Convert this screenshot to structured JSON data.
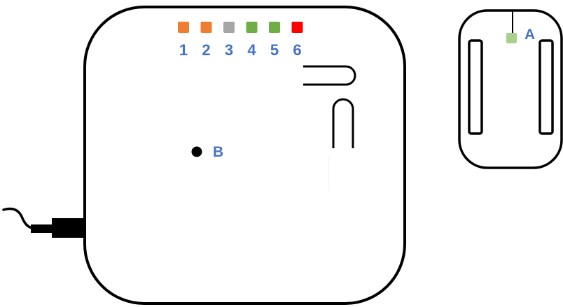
{
  "hub": {
    "leds": [
      {
        "number": "1",
        "color": "#ED7D31"
      },
      {
        "number": "2",
        "color": "#ED7D31"
      },
      {
        "number": "3",
        "color": "#A6A6A6"
      },
      {
        "number": "4",
        "color": "#70AD47"
      },
      {
        "number": "5",
        "color": "#70AD47"
      },
      {
        "number": "6",
        "color": "#FF0000"
      }
    ],
    "button_label": "B"
  },
  "plug": {
    "led_label": "A",
    "led_color": "#A9D18E"
  },
  "colors": {
    "label": "#4472C4",
    "outline": "#000000",
    "fill": "#FFFFFF"
  }
}
